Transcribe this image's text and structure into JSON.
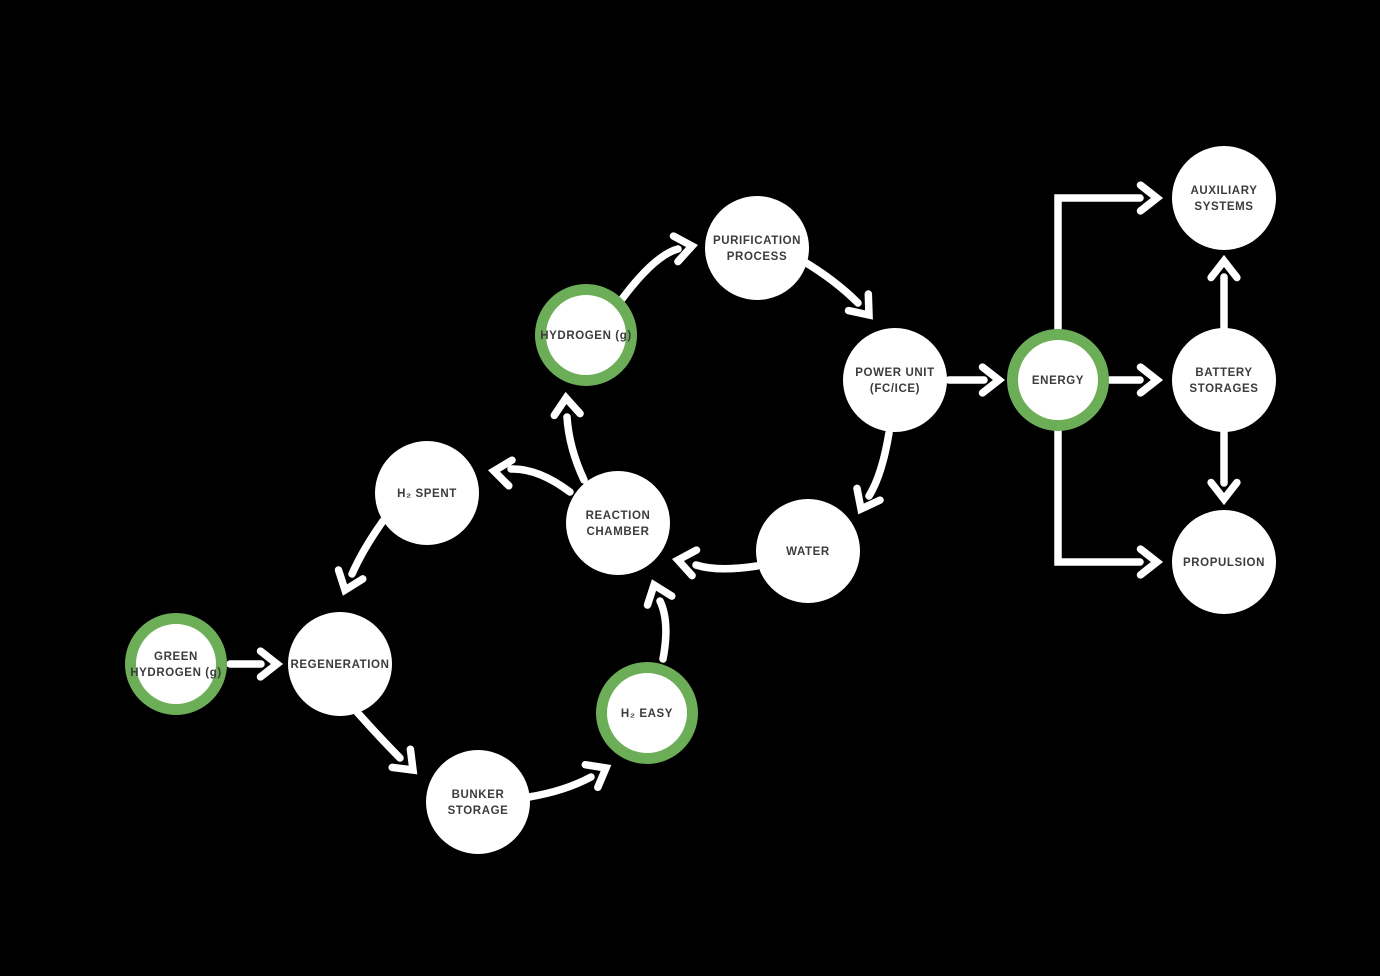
{
  "diagram": {
    "colors": {
      "background": "#000000",
      "node_fill": "#ffffff",
      "highlight_ring": "#6cae58",
      "label_text": "#3c3c3c",
      "arrow": "#ffffff"
    },
    "nodes": {
      "green_hydrogen": {
        "label": "GREEN HYDROGEN (g)",
        "lines": [
          "GREEN",
          "HYDROGEN (g)"
        ],
        "highlighted": true
      },
      "regeneration": {
        "label": "REGENERATION",
        "lines": [
          "REGENERATION"
        ],
        "highlighted": false
      },
      "bunker_storage": {
        "label": "BUNKER STORAGE",
        "lines": [
          "BUNKER",
          "STORAGE"
        ],
        "highlighted": false
      },
      "h2_easy": {
        "label": "H₂ EASY",
        "lines": [
          "H₂ EASY"
        ],
        "highlighted": true
      },
      "h2_spent": {
        "label": "H₂ SPENT",
        "lines": [
          "H₂ SPENT"
        ],
        "highlighted": false
      },
      "reaction_chamber": {
        "label": "REACTION CHAMBER",
        "lines": [
          "REACTION",
          "CHAMBER"
        ],
        "highlighted": false
      },
      "hydrogen": {
        "label": "HYDROGEN (g)",
        "lines": [
          "HYDROGEN (g)"
        ],
        "highlighted": true
      },
      "purification_process": {
        "label": "PURIFICATION PROCESS",
        "lines": [
          "PURIFICATION",
          "PROCESS"
        ],
        "highlighted": false
      },
      "power_unit": {
        "label": "POWER UNIT (FC/ICE)",
        "lines": [
          "POWER UNIT",
          "(FC/ICE)"
        ],
        "highlighted": false
      },
      "water": {
        "label": "WATER",
        "lines": [
          "WATER"
        ],
        "highlighted": false
      },
      "energy": {
        "label": "ENERGY",
        "lines": [
          "ENERGY"
        ],
        "highlighted": true
      },
      "auxiliary_systems": {
        "label": "AUXILIARY SYSTEMS",
        "lines": [
          "AUXILIARY",
          "SYSTEMS"
        ],
        "highlighted": false
      },
      "battery_storages": {
        "label": "BATTERY STORAGES",
        "lines": [
          "BATTERY",
          "STORAGES"
        ],
        "highlighted": false
      },
      "propulsion": {
        "label": "PROPULSION",
        "lines": [
          "PROPULSION"
        ],
        "highlighted": false
      }
    },
    "edges": [
      {
        "from": "green_hydrogen",
        "to": "regeneration"
      },
      {
        "from": "regeneration",
        "to": "bunker_storage"
      },
      {
        "from": "bunker_storage",
        "to": "h2_easy"
      },
      {
        "from": "h2_easy",
        "to": "reaction_chamber"
      },
      {
        "from": "reaction_chamber",
        "to": "hydrogen"
      },
      {
        "from": "reaction_chamber",
        "to": "h2_spent"
      },
      {
        "from": "h2_spent",
        "to": "regeneration"
      },
      {
        "from": "hydrogen",
        "to": "purification_process"
      },
      {
        "from": "purification_process",
        "to": "power_unit"
      },
      {
        "from": "power_unit",
        "to": "water"
      },
      {
        "from": "water",
        "to": "reaction_chamber"
      },
      {
        "from": "power_unit",
        "to": "energy"
      },
      {
        "from": "energy",
        "to": "auxiliary_systems"
      },
      {
        "from": "energy",
        "to": "battery_storages"
      },
      {
        "from": "energy",
        "to": "propulsion"
      },
      {
        "from": "battery_storages",
        "to": "auxiliary_systems"
      },
      {
        "from": "battery_storages",
        "to": "propulsion"
      }
    ]
  }
}
